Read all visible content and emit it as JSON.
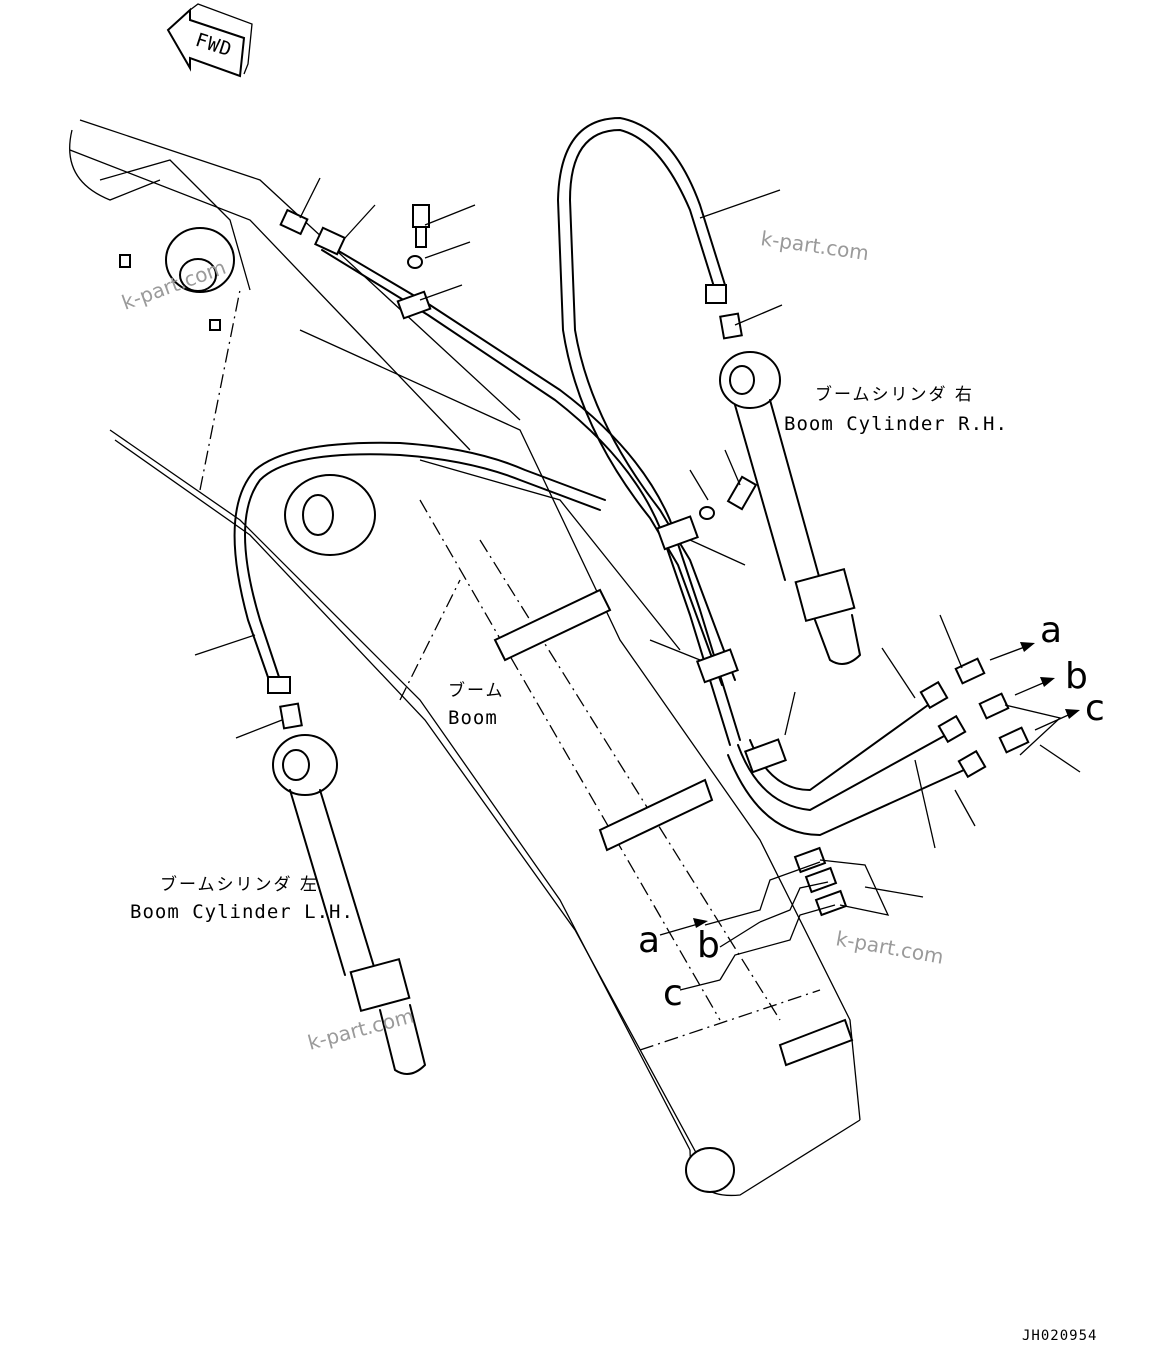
{
  "fwd_label": "FWD",
  "labels": {
    "boom_cylinder_rh_jp": "ブームシリンダ 右",
    "boom_cylinder_rh_en": "Boom Cylinder R.H.",
    "boom_jp": "ブーム",
    "boom_en": "Boom",
    "boom_cylinder_lh_jp": "ブームシリンダ 左",
    "boom_cylinder_lh_en": "Boom Cylinder L.H."
  },
  "connection_letters": {
    "a_right": "a",
    "b_right": "b",
    "c_right": "c",
    "a_left": "a",
    "b_left": "b",
    "c_left": "c"
  },
  "watermark": "k-part.com",
  "drawing_code": "JH020954"
}
